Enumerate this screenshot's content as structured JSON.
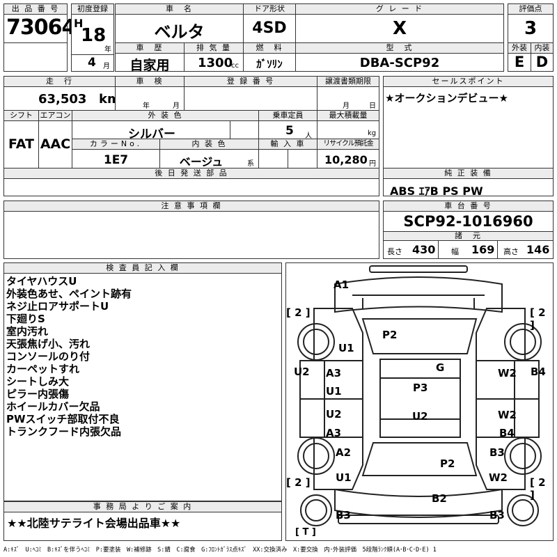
{
  "header": {
    "lot_no_label": "出 品 番 号",
    "lot_no": "73064",
    "first_reg_label": "初度登録",
    "era": "H",
    "year": "18",
    "year_unit": "年",
    "month": "4",
    "month_unit": "月",
    "car_name_label": "車　名",
    "car_name": "ベルタ",
    "door_label": "ドア形状",
    "door": "4SD",
    "grade_label": "グ レ ー ド",
    "grade": "X",
    "score_label": "評価点",
    "score": "3",
    "history_label": "車　歴",
    "history": "自家用",
    "displacement_label": "排 気 量",
    "displacement": "1300",
    "displacement_unit": "cc",
    "fuel_label": "燃　料",
    "fuel": "ｶﾞｿﾘﾝ",
    "model_label": "型　式",
    "model": "DBA-SCP92",
    "ext_label": "外装",
    "ext_grade": "E",
    "int_label": "内装",
    "int_grade": "D"
  },
  "row2": {
    "mileage_label": "走　行",
    "mileage": "63,503",
    "mileage_unit": "km",
    "inspection_label": "車　検",
    "insp_year_unit": "年",
    "insp_month_unit": "月",
    "reg_no_label": "登 録 番 号",
    "transfer_label": "譲渡書類期限",
    "transfer_month_unit": "月",
    "transfer_day_unit": "日",
    "shift_label": "シフト",
    "shift": "FAT",
    "ac_label": "エアコン",
    "ac": "AAC",
    "ext_color_label": "外 装 色",
    "ext_color": "シルバー",
    "capacity_label": "乗車定員",
    "capacity": "5",
    "capacity_unit": "人",
    "max_load_label": "最大積載量",
    "max_load_unit": "kg",
    "color_no_label": "カラーNo.",
    "color_no": "1E7",
    "int_color_label": "内 装 色",
    "int_color": "ベージュ",
    "int_color_unit": "系",
    "import_label": "輸 入 車",
    "recycle_label": "リサイクル預託金",
    "recycle": "10,280",
    "recycle_unit": "円",
    "later_parts_label": "後 日 発 送 部 品",
    "caution_label": "注 意 事 項 欄"
  },
  "right": {
    "sales_point_label": "セールスポイント",
    "sales_point": "★オークションデビュー★",
    "equipment_label": "純 正 装 備",
    "equipment": "ABS ｴｱB PS PW",
    "chassis_label": "車 台 番 号",
    "chassis": "SCP92-1016960",
    "specs_label": "諸　元",
    "length_label": "長さ",
    "length": "430",
    "width_label": "幅",
    "width": "169",
    "height_label": "高さ",
    "height": "146"
  },
  "inspector": {
    "label": "検 査 員 記 入 欄",
    "notes": [
      "タイヤハウスU",
      "外装色あせ、ペイント跡有",
      "ネジ止ロアサポートU",
      "下廻りS",
      "室内汚れ",
      "天張焦げ小、汚れ",
      "コンソールのり付",
      "カーペットすれ",
      "シートしみ大",
      "ピラー内張傷",
      "ホイールカバー欠品",
      "PWスイッチ部取付不良",
      "トランクフード内張欠品"
    ]
  },
  "office": {
    "label": "事 務 局 よ り ご 案 内",
    "message": "★★北陸サテライト会場出品車★★"
  },
  "diagram": {
    "marks": [
      "A1",
      "[ 2 ]",
      "[ 2 ]",
      "P2",
      "U1",
      "U2",
      "A3",
      "U1",
      "G",
      "W2",
      "B4",
      "P3",
      "U2",
      "U2",
      "A3",
      "W2",
      "B4",
      "A2",
      "P2",
      "B3",
      "U1",
      "[ 2 ]",
      "[ 2 ]",
      "W2",
      "B2",
      "B3",
      "B3",
      "[ T ]"
    ]
  },
  "legend": "A:ｷｽﾞ　U:ﾍｺﾐ　B:ｷｽﾞを伴うﾍｺﾐ　P:要塗装　W:補修跡　S:錆　C:腐食　G:ﾌﾛﾝﾄｶﾞﾗｽ点ｷｽﾞ　XX:交換済み　X:要交換　内･外装評価　5段階ﾗﾝｸ順(A･B･C･D･E) 1"
}
